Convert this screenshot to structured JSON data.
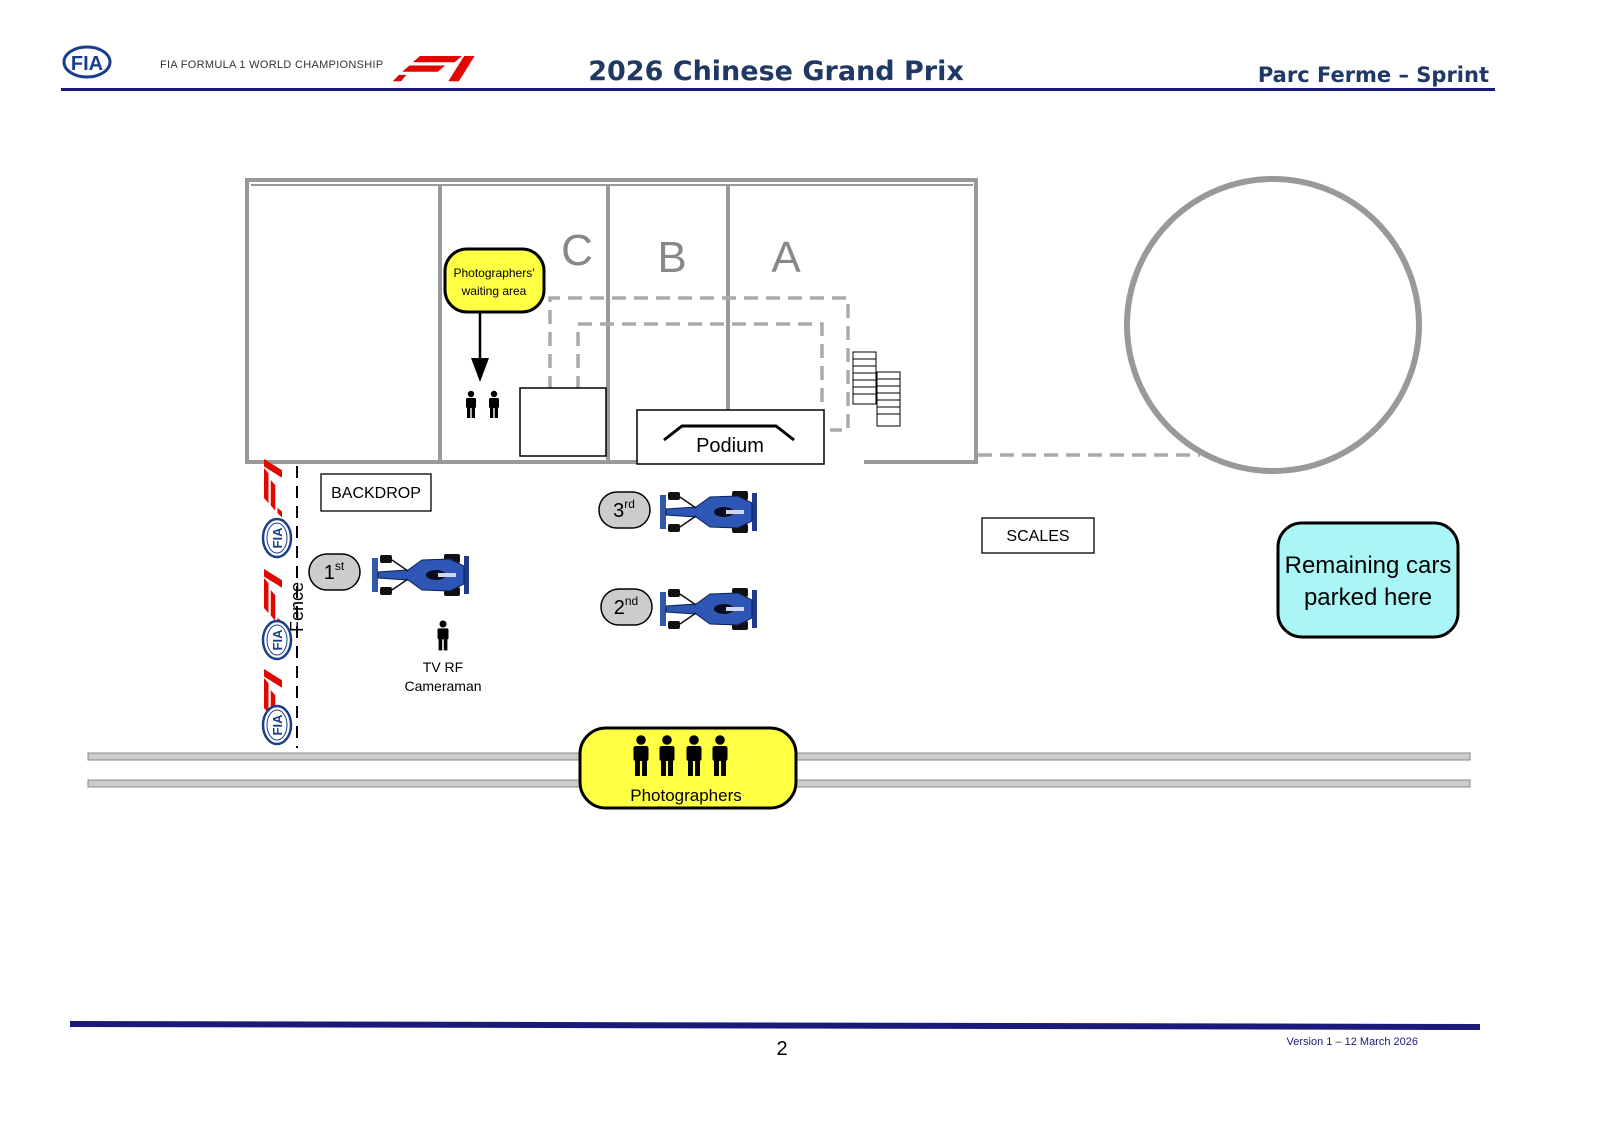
{
  "header": {
    "fia_logo_text": "FIA",
    "championship": "FIA FORMULA 1 WORLD CHAMPIONSHIP",
    "title": "2026 Chinese Grand Prix",
    "subtitle": "Parc Ferme – Sprint",
    "f1_logo": "f1-logo"
  },
  "diagram": {
    "zones": {
      "c": "C",
      "b": "B",
      "a": "A"
    },
    "photographers_waiting": {
      "line1": "Photographers'",
      "line2": "waiting area"
    },
    "podium": "Podium",
    "backdrop": "BACKDROP",
    "scales": "SCALES",
    "fence": "Fence",
    "remaining_cars": {
      "line1": "Remaining cars",
      "line2": "parked here"
    },
    "positions": [
      {
        "num": "1",
        "suffix": "st"
      },
      {
        "num": "2",
        "suffix": "nd"
      },
      {
        "num": "3",
        "suffix": "rd"
      }
    ],
    "tv_cameraman": {
      "line1": "TV RF",
      "line2": "Cameraman"
    },
    "photographers": "Photographers",
    "fence_logos": [
      "FIA",
      "FIA",
      "FIA"
    ]
  },
  "colors": {
    "navy": "#1a1a7a",
    "title_blue": "#1f3864",
    "f1_red": "#e10600",
    "wall_grey": "#999999",
    "yellow": "#ffff44",
    "cyan": "#aaf5f5"
  },
  "footer": {
    "page_number": "2",
    "version": "Version 1 – 12 March 2026"
  }
}
